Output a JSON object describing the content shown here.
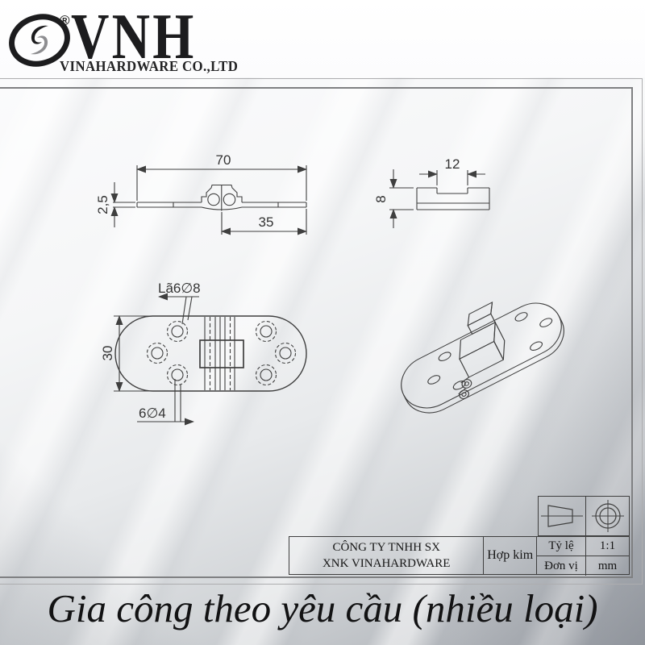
{
  "header": {
    "brand": "VNH",
    "registered": "®",
    "company": "VINAHARDWARE CO.,LTD"
  },
  "drawing": {
    "front_view": {
      "width": "70",
      "half_width": "35",
      "thickness": "2,5"
    },
    "end_view": {
      "knuckle_width": "12",
      "height": "8"
    },
    "plan_view": {
      "plate_width": "30",
      "countersink_note": "Lã6∅8",
      "hole_note": "6∅4"
    }
  },
  "title_block": {
    "company_line1": "CÔNG TY TNHH SX",
    "company_line2": "XNK VINAHARDWARE",
    "material": "Hợp kim",
    "scale_label": "Tỷ lệ",
    "scale_value": "1:1",
    "unit_label": "Đơn vị",
    "unit_value": "mm"
  },
  "footer": {
    "slogan": "Gia công theo yêu cầu (nhiều loại)"
  },
  "colors": {
    "line": "#3f3f3f",
    "ink": "#1c1c1e"
  }
}
